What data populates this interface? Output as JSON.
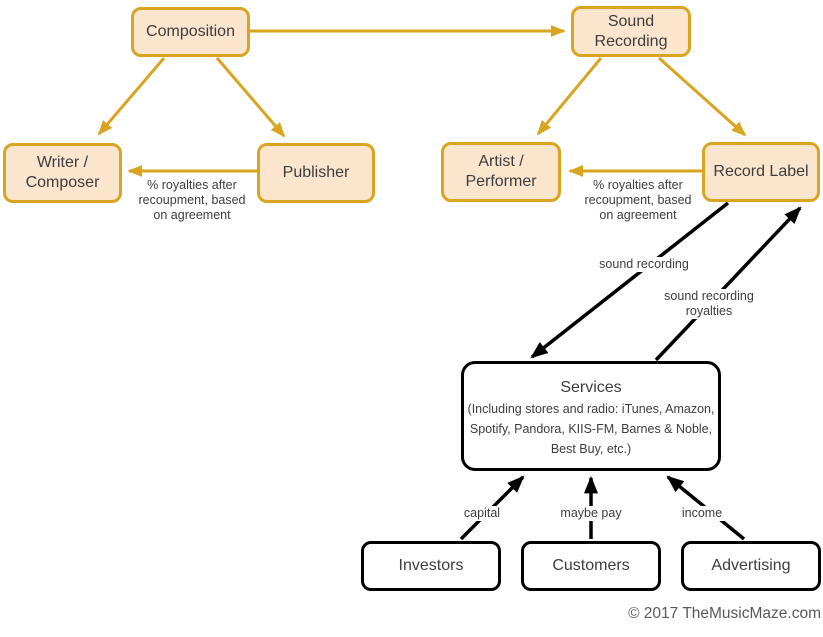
{
  "palette": {
    "orange_border": "#D9A520",
    "orange_fill": "#FCE5CD",
    "black_line": "#000000",
    "node_text": "#3D3D3D",
    "label_text": "#3D3D3D",
    "copyright_text": "#595959",
    "background": "#FFFFFF"
  },
  "nodes": {
    "composition": {
      "label": "Composition"
    },
    "sound_recording": {
      "label": "Sound Recording"
    },
    "writer_composer": {
      "label": "Writer / Composer"
    },
    "publisher": {
      "label": "Publisher"
    },
    "artist_performer": {
      "label": "Artist / Performer"
    },
    "record_label": {
      "label": "Record Label"
    },
    "services": {
      "title": "Services",
      "subtitle_lines": [
        "(Including stores and radio: iTunes, Amazon,",
        "Spotify, Pandora, KIIS-FM, Barnes & Noble,",
        "Best Buy, etc.)"
      ]
    },
    "investors": {
      "label": "Investors"
    },
    "customers": {
      "label": "Customers"
    },
    "advertising": {
      "label": "Advertising"
    }
  },
  "edge_labels": {
    "royalties_note_lines": [
      "% royalties after",
      "recoupment, based",
      "on agreement"
    ],
    "sound_recording": "sound recording",
    "sound_recording_royalties_lines": [
      "sound recording",
      "royalties"
    ],
    "capital": "capital",
    "maybe_pay": "maybe pay",
    "income": "income"
  },
  "footer": {
    "copyright": "© 2017 TheMusicMaze.com"
  }
}
